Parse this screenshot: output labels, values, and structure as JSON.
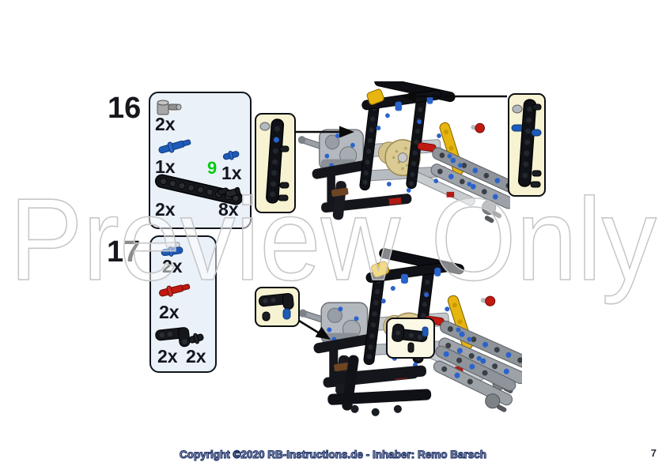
{
  "page": {
    "number": "7",
    "watermark": "Preview Only",
    "footer": "Copyright ©2020 RB-Instructions.de - Inhaber: Remo Barsch"
  },
  "colors": {
    "parts_box_bg": "#eaf1f9",
    "parts_box_border": "#10131c",
    "callout_bg": "#f6f2d2",
    "blue_part": "#1e5bb8",
    "red_part": "#c01a12",
    "yellow_part": "#e7b50f",
    "tan_gear": "#dbcb92",
    "green_length_label": "#00cc11"
  },
  "steps": [
    {
      "number": "16",
      "parts": [
        {
          "name": "gray-pin-connector",
          "count": "2x"
        },
        {
          "name": "blue-long-axle-pin",
          "count": "1x"
        },
        {
          "name": "blue-pin",
          "count": "1x",
          "length_label": "9"
        },
        {
          "name": "black-straight-beam",
          "count": "2x"
        },
        {
          "name": "black-pin-connector",
          "count": "8x"
        }
      ]
    },
    {
      "number": "17",
      "parts": [
        {
          "name": "blue-pin-with-bush",
          "count": "2x"
        },
        {
          "name": "red-long-axle-pin",
          "count": "2x"
        },
        {
          "name": "black-angled-beam",
          "count": "2x"
        },
        {
          "name": "black-pin",
          "count": "2x"
        }
      ]
    }
  ],
  "callouts": [
    {
      "name": "vertical-beam-with-pins-left"
    },
    {
      "name": "vertical-beam-with-blue-pin-right"
    },
    {
      "name": "angled-beam-with-blue-pins"
    },
    {
      "name": "angled-beam-with-pin"
    }
  ]
}
